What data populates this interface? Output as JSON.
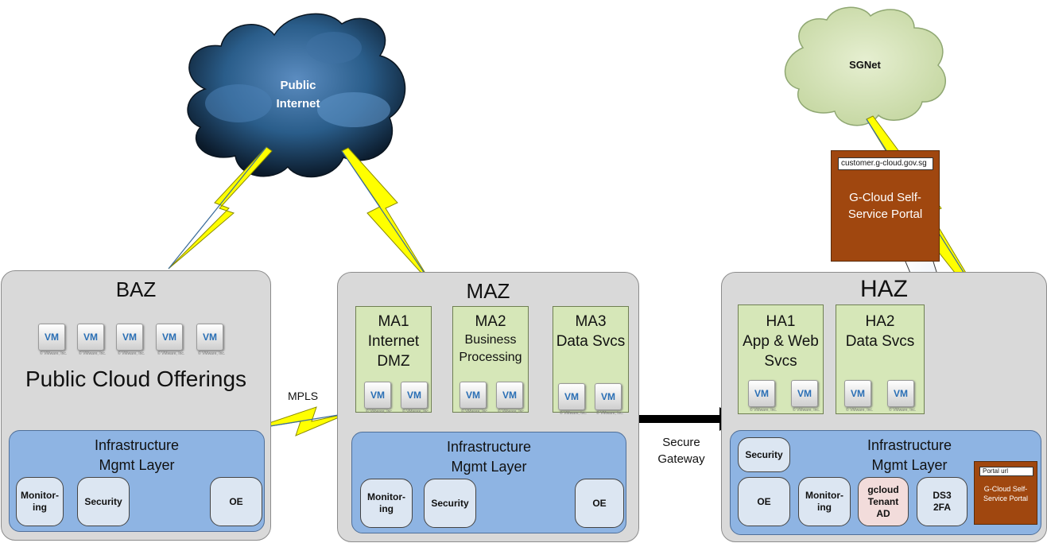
{
  "clouds": {
    "public_internet": [
      "Public",
      "Internet"
    ],
    "sgnet": "SGNet"
  },
  "portal_top": {
    "url": "customer.g-cloud.gov.sg",
    "title_lines": [
      "G-Cloud Self-",
      "Service Portal"
    ]
  },
  "baz": {
    "title": "BAZ",
    "offering": "Public Cloud Offerings",
    "infra_lines": [
      "Infrastructure",
      "Mgmt Layer"
    ],
    "services": [
      [
        "Monitor-",
        "ing"
      ],
      [
        "Security"
      ],
      [
        "OE"
      ]
    ]
  },
  "maz": {
    "title": "MAZ",
    "subzones": [
      {
        "lines": [
          "MA1",
          "Internet",
          "DMZ"
        ]
      },
      {
        "lines": [
          "MA2",
          "Business",
          "Processing"
        ]
      },
      {
        "lines": [
          "MA3",
          "Data Svcs"
        ]
      }
    ],
    "infra_lines": [
      "Infrastructure",
      "Mgmt Layer"
    ],
    "services": [
      [
        "Monitor-",
        "ing"
      ],
      [
        "Security"
      ],
      [
        "OE"
      ]
    ]
  },
  "haz": {
    "title": "HAZ",
    "subzones": [
      {
        "lines": [
          "HA1",
          "App & Web",
          "Svcs"
        ]
      },
      {
        "lines": [
          "HA2",
          "Data Svcs"
        ]
      }
    ],
    "infra_lines": [
      "Infrastructure",
      "Mgmt Layer"
    ],
    "services": [
      [
        "Security"
      ],
      [
        "OE"
      ],
      [
        "Monitor-",
        "ing"
      ],
      [
        "gcloud",
        "Tenant",
        "AD"
      ],
      [
        "DS3",
        "2FA"
      ]
    ],
    "portal": {
      "url": "Portal url",
      "title_lines": [
        "G-Cloud Self-",
        "Service Portal"
      ]
    }
  },
  "links": {
    "mpls": "MPLS",
    "secure_gateway": [
      "Secure",
      "Gateway"
    ]
  },
  "vm": {
    "label": "VM",
    "vendor": "© VMware, Inc."
  },
  "colors": {
    "zone_bg": "#d9d9d9",
    "subzone_bg": "#d6e7b8",
    "infra_bg": "#8eb4e3",
    "service_bg": "#dce6f2",
    "tenant_ad_bg": "#f2dcdb",
    "portal_bg": "#a0470f",
    "lightning": "#ffff00",
    "public_cloud": "#1f4f75",
    "sgnet_cloud": "#d7e4bd"
  }
}
